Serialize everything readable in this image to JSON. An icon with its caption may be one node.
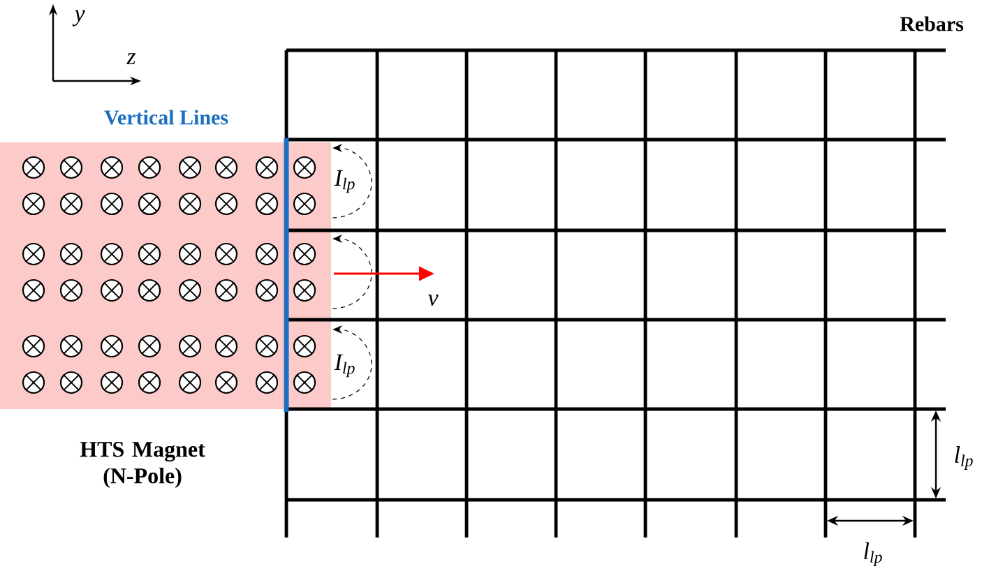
{
  "diagram": {
    "labels": [
      "y",
      "z",
      "Vertical Lines",
      "Rebars",
      "HTS Magnet (N-Pole)",
      "I$_{lp}$",
      "v",
      "I$_{lp}$",
      "l$_{lp}$",
      "l$_{lp}$"
    ]
  }
}
